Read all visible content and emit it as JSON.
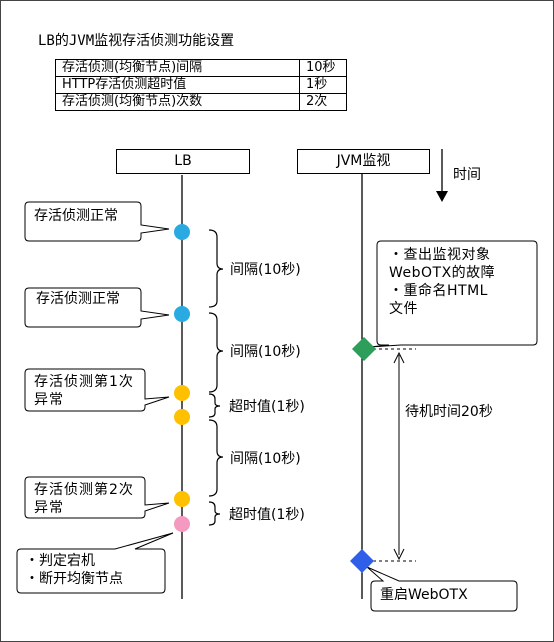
{
  "title": "LB的JVM监视存活侦测功能设置",
  "settings_table": [
    {
      "name": "存活侦测(均衡节点)间隔",
      "value": "10秒"
    },
    {
      "name": "HTTP存活侦测超时值",
      "value": "1秒"
    },
    {
      "name": "存活侦测(均衡节点)次数",
      "value": "2次"
    }
  ],
  "lanes": {
    "lb": "LB",
    "jvm": "JVM监视"
  },
  "time_label": "时间",
  "callouts": {
    "probe_ok_1": "存活侦测正常",
    "probe_ok_2": "存活侦测正常",
    "fail_1": "存活侦测第1次异常",
    "fail_2": "存活侦测第2次异常",
    "judge": [
      "・判定宕机",
      "・断开均衡节点"
    ],
    "jvm_action": [
      "・查出监视对象WebOTX的故障",
      "・重命名HTML文件"
    ],
    "restart": "重启WebOTX"
  },
  "intervals": {
    "interval_1": "间隔(10秒)",
    "interval_2": "间隔(10秒)",
    "timeout_1": "超时值(1秒)",
    "interval_3": "间隔(10秒)",
    "timeout_2": "超时值(1秒)"
  },
  "wait_label": "待机时间20秒",
  "colors": {
    "ok": "#29abe2",
    "fail": "#ffc000",
    "down": "#f49ac1",
    "jvm_detect": "#2e9e5b",
    "restart": "#2f5ee8"
  }
}
